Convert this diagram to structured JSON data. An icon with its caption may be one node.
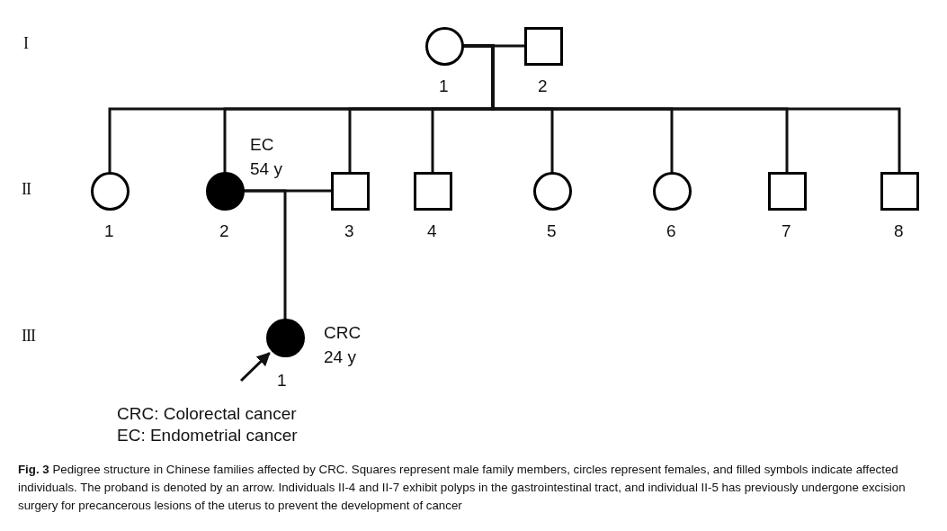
{
  "diagram": {
    "caption": "**Fig. 3** Pedigree structure in Chinese families affected by CRC. Squares represent male family members, circles represent females, and filled symbols indicate affected individuals. The proband is denoted by an arrow. Individuals II-4 and II-7 exhibit polyps in the gastrointestinal tract, and individual II-5 has previously undergone excision surgery for precancerous lesions of the uterus to prevent the development of cancer",
    "nodes": [
      {
        "text": [],
        "shape": "circle",
        "beside": [
          "1"
        ]
      },
      {
        "text": [],
        "shape": "box",
        "beside": [
          "2"
        ]
      },
      {
        "text": [],
        "shape": "circle",
        "beside": [
          "1"
        ]
      },
      {
        "text": [],
        "shape": "disc",
        "beside": [
          "EC 54 y",
          "2"
        ]
      },
      {
        "text": [],
        "shape": "box",
        "beside": [
          "3"
        ]
      },
      {
        "text": [],
        "shape": "box",
        "beside": [
          "4"
        ]
      },
      {
        "text": [],
        "shape": "circle",
        "beside": [
          "5"
        ]
      },
      {
        "text": [],
        "shape": "circle",
        "beside": [
          "6"
        ]
      },
      {
        "text": [],
        "shape": "box",
        "beside": [
          "7"
        ]
      },
      {
        "text": [],
        "shape": "box",
        "beside": [
          "8"
        ]
      },
      {
        "text": [],
        "shape": "disc",
        "beside": [
          "CRC 24 y",
          "1"
        ]
      }
    ],
    "edges": [
      {
        "from": 0,
        "to": 1,
        "arrow": "none"
      },
      {
        "from": 0,
        "to": 2,
        "arrow": "none"
      },
      {
        "from": 0,
        "to": 3,
        "arrow": "none"
      },
      {
        "from": 0,
        "to": 4,
        "arrow": "none"
      },
      {
        "from": 0,
        "to": 5,
        "arrow": "none"
      },
      {
        "from": 0,
        "to": 6,
        "arrow": "none"
      },
      {
        "from": 0,
        "to": 7,
        "arrow": "none"
      },
      {
        "from": 0,
        "to": 8,
        "arrow": "none"
      },
      {
        "from": 0,
        "to": 9,
        "arrow": "none"
      },
      {
        "from": 3,
        "to": 4,
        "arrow": "none"
      },
      {
        "from": 3,
        "to": 10,
        "arrow": "none"
      },
      {
        "from": null,
        "to": 10,
        "arrow": "to"
      }
    ],
    "labels": [
      "I",
      "II",
      "III",
      "CRC: Colorectal cancer",
      "EC: Endometrial cancer"
    ]
  }
}
